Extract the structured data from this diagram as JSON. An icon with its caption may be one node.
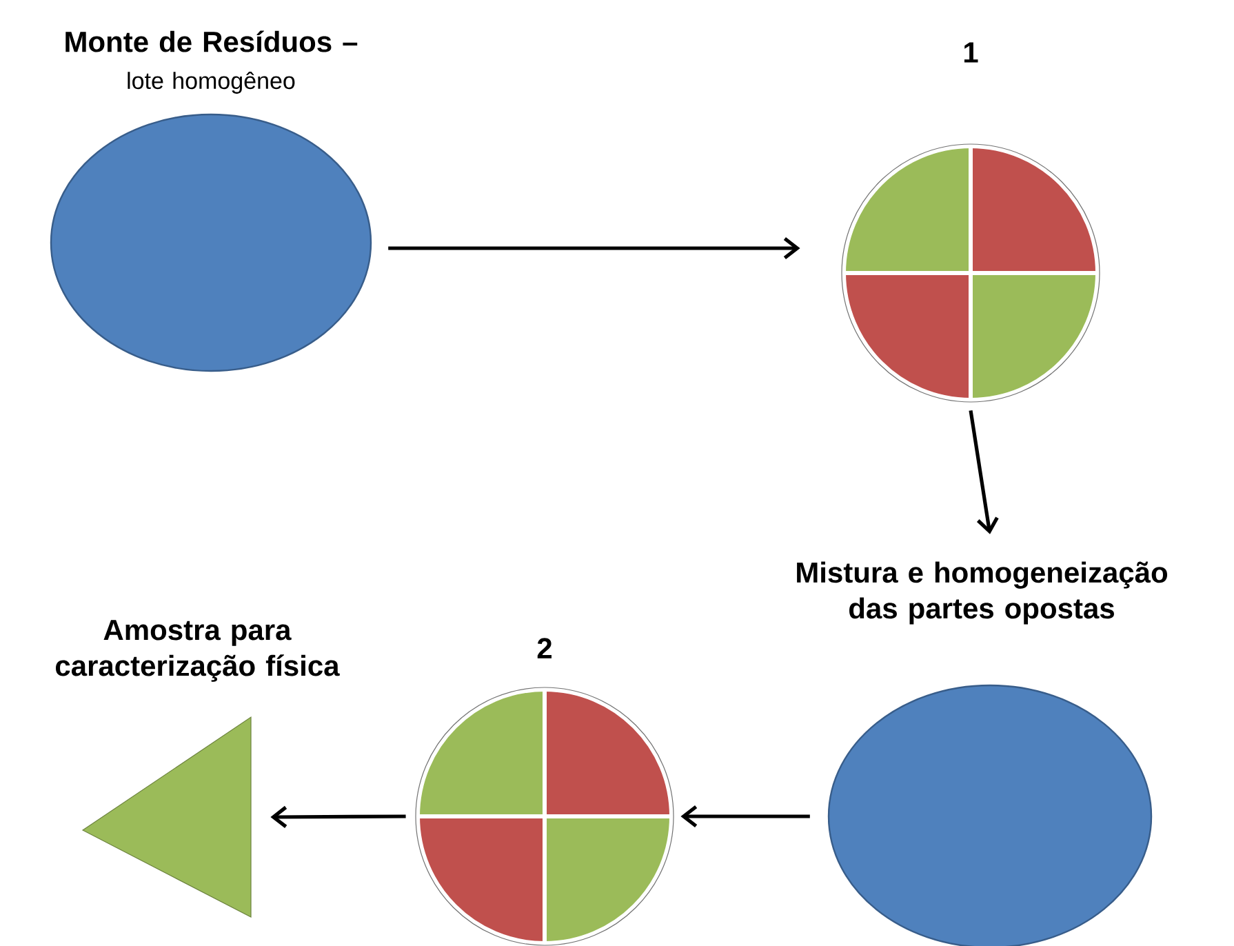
{
  "diagram": {
    "nodes": [
      {
        "text": [
          "Monte de Resíduos –",
          "lote homogêneo"
        ]
      },
      {
        "text": [
          "1"
        ]
      },
      {
        "text": [
          "Mistura e homogeneização das partes opostas"
        ]
      },
      {
        "text": [
          "2"
        ]
      },
      {
        "text": [
          "Amostra para caracterização física"
        ]
      }
    ],
    "edges": [
      {
        "from": 0,
        "to": 1,
        "arrow": "to"
      },
      {
        "from": 1,
        "to": 2,
        "arrow": "to"
      },
      {
        "from": 2,
        "to": 3,
        "arrow": "to"
      },
      {
        "from": 3,
        "to": 4,
        "arrow": "to"
      }
    ]
  }
}
